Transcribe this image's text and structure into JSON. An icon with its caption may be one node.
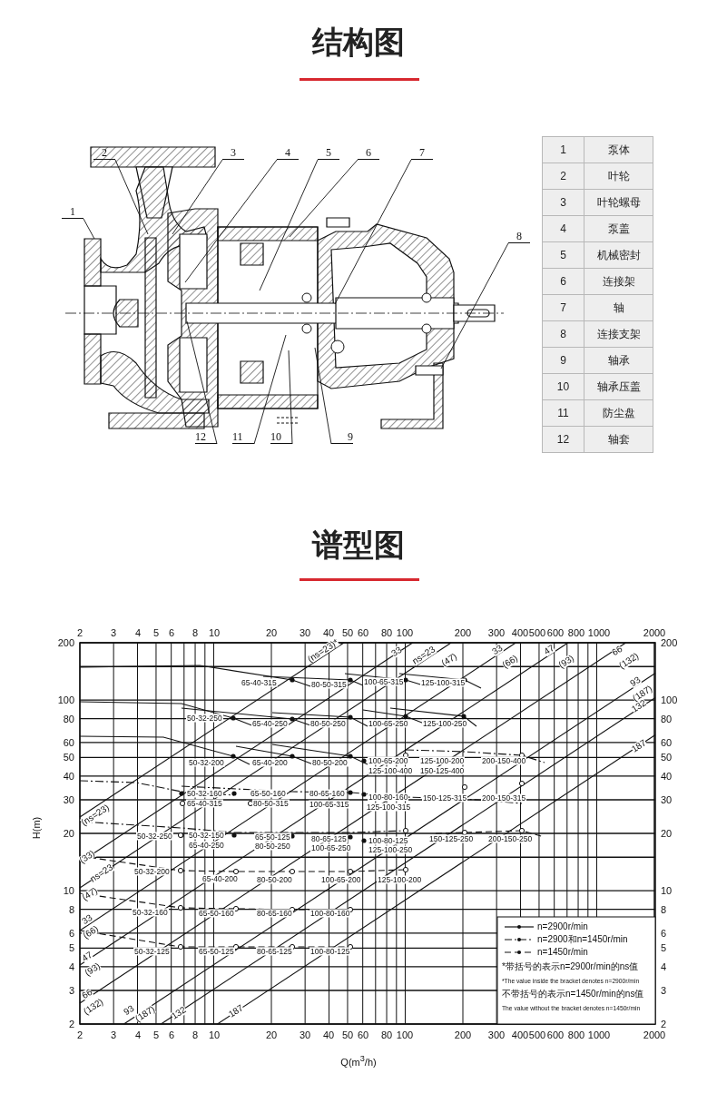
{
  "diagram": {
    "title": "结构图",
    "nodes": [
      {
        "text": [
          "1"
        ]
      },
      {
        "text": [
          "2"
        ]
      },
      {
        "text": [
          "3"
        ]
      },
      {
        "text": [
          "4"
        ]
      },
      {
        "text": [
          "5"
        ]
      },
      {
        "text": [
          "6"
        ]
      },
      {
        "text": [
          "7"
        ]
      },
      {
        "text": [
          "8"
        ]
      },
      {
        "text": [
          "9"
        ]
      },
      {
        "text": [
          "10"
        ]
      },
      {
        "text": [
          "11"
        ]
      },
      {
        "text": [
          "12"
        ]
      }
    ],
    "edges": [
      {
        "from": 0,
        "to": null,
        "arrow": "none"
      },
      {
        "from": 1,
        "to": null,
        "arrow": "none"
      },
      {
        "from": 2,
        "to": null,
        "arrow": "none"
      },
      {
        "from": 3,
        "to": null,
        "arrow": "none"
      },
      {
        "from": 4,
        "to": null,
        "arrow": "none"
      },
      {
        "from": 5,
        "to": null,
        "arrow": "none"
      },
      {
        "from": 6,
        "to": null,
        "arrow": "none"
      },
      {
        "from": 7,
        "to": null,
        "arrow": "none"
      },
      {
        "from": 8,
        "to": null,
        "arrow": "none"
      },
      {
        "from": 9,
        "to": null,
        "arrow": "none"
      },
      {
        "from": 10,
        "to": null,
        "arrow": "none"
      },
      {
        "from": 11,
        "to": null,
        "arrow": "none"
      }
    ],
    "labels": [
      "1",
      "泵体",
      "2",
      "叶轮",
      "3",
      "叶轮螺母",
      "4",
      "泵盖",
      "5",
      "机械密封",
      "6",
      "连接架",
      "7",
      "轴",
      "8",
      "连接支架",
      "9",
      "轴承",
      "10",
      "轴承压盖",
      "11",
      "防尘盘",
      "12",
      "轴套",
      "谱型图",
      "2",
      "3",
      "4",
      "5",
      "6",
      "8",
      "10",
      "20",
      "30",
      "40",
      "50",
      "60",
      "80",
      "100",
      "200",
      "300",
      "400",
      "500",
      "600",
      "800",
      "1000",
      "2000",
      "200",
      "100",
      "80",
      "60",
      "50",
      "40",
      "30",
      "20",
      "10",
      "8",
      "6",
      "5",
      "4",
      "3",
      "2",
      "200",
      "100",
      "80",
      "60",
      "50",
      "40",
      "30",
      "20",
      "10",
      "8",
      "6",
      "5",
      "4",
      "3",
      "2",
      "2",
      "3",
      "4",
      "5",
      "6",
      "8",
      "10",
      "20",
      "30",
      "40",
      "50",
      "60",
      "80",
      "100",
      "200",
      "300",
      "400",
      "500",
      "600",
      "800",
      "1000",
      "2000",
      "H(m)",
      "Q(m$^{3}$/h)",
      "65-40-315",
      "80-50-315",
      "100-65-315",
      "125-100-315",
      "50-32-250",
      "65-40-250",
      "80-50-250",
      "100-65-250",
      "125-100-250",
      "50-32-200",
      "65-40-200",
      "80-50-200",
      "100-65-200",
      "125-100-200",
      "200-150-400",
      "125-100-400",
      "150-125-400",
      "50-32-160",
      "65-50-160",
      "80-65-160",
      "100-80-160",
      "150-125-315",
      "200-150-315",
      "65-40-315",
      "80-50-315",
      "100-65-315",
      "125-100-315",
      "50-32-250",
      "50-32-150",
      "65-50-125",
      "80-65-125",
      "100-80-125",
      "150-125-250",
      "200-150-250",
      "65-40-250",
      "80-50-250",
      "100-65-250",
      "125-100-250",
      "50-32-200",
      "65-40-200",
      "80-50-200",
      "100-65-200",
      "125-100-200",
      "50-32-160",
      "65-50-160",
      "80-65-160",
      "100-80-160",
      "50-32-125",
      "65-50-125",
      "80-65-125",
      "100-80-125",
      "(ns=23)*",
      "33",
      "ns=23",
      "(47)",
      "33",
      "(66)",
      "47",
      "(93)",
      "66",
      "(132)",
      "93",
      "(187)",
      "132",
      "187",
      "(ns=23)",
      "(33)",
      "ns=23",
      "(47)",
      "33",
      "(66)",
      "47",
      "(93)",
      "66",
      "(132)",
      "93",
      "(187)",
      "132",
      "187",
      "*带括号的表示n=2900r/min的ns值",
      "*The value inside the bracket denotes n=2900r/min",
      "不带括号的表示n=1450r/min的ns值",
      "The value without the bracket denotes n=1450r/min"
    ],
    "legend": [
      {
        "text": "n=2900r/min"
      },
      {
        "text": "n=2900和n=1450r/min"
      },
      {
        "text": "n=1450r/min"
      }
    ]
  }
}
